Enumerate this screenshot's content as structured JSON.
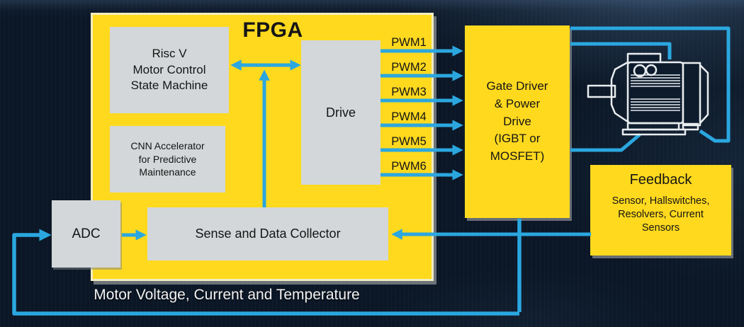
{
  "colors": {
    "background": "#0B1726",
    "box_yellow": "#FFD91E",
    "fpga_border": "#F2EDC0",
    "box_gray": "#D3D7D9",
    "wire_blue": "#2BA7DF",
    "text_dark": "#151515",
    "text_light": "#F2F2F2",
    "shadow_gray": "#7E8589"
  },
  "fpga": {
    "title": "FPGA",
    "riscv_label": "Risc V\nMotor Control\nState Machine",
    "cnn_label": "CNN Accelerator\nfor Predictive\nMaintenance",
    "drive_label": "Drive",
    "sense_label": "Sense and Data Collector"
  },
  "adc_label": "ADC",
  "pwm": {
    "labels": [
      "PWM1",
      "PWM2",
      "PWM3",
      "PWM4",
      "PWM5",
      "PWM6"
    ]
  },
  "gate_driver_label": "Gate Driver\n& Power\nDrive\n(IGBT or\nMOSFET)",
  "feedback": {
    "title": "Feedback",
    "body": "Sensor, Hallswitches,\nResolvers, Current\nSensors"
  },
  "bottom_label": "Motor Voltage, Current and Temperature",
  "icons": {
    "motor": "three-phase-motor-icon"
  }
}
